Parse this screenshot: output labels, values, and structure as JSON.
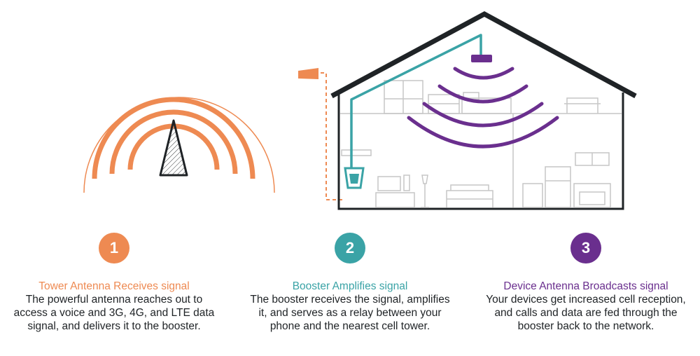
{
  "colors": {
    "orange": "#ee8a52",
    "teal": "#3aa3a6",
    "purple": "#6a2f8e",
    "ink": "#1f2326",
    "furniture": "#c6c6c6"
  },
  "steps": [
    {
      "number": "1",
      "title": "Tower Antenna Receives signal",
      "body": "The powerful antenna reaches out to access a voice and 3G, 4G, and LTE data signal, and delivers it to the booster."
    },
    {
      "number": "2",
      "title": "Booster Amplifies signal",
      "body": "The booster receives the signal, amplifies it, and serves as a relay between your phone and the nearest cell tower."
    },
    {
      "number": "3",
      "title": "Device Antenna Broadcasts signal",
      "body": "Your devices get increased cell reception, and calls and data are fed through the booster back to the network."
    }
  ]
}
